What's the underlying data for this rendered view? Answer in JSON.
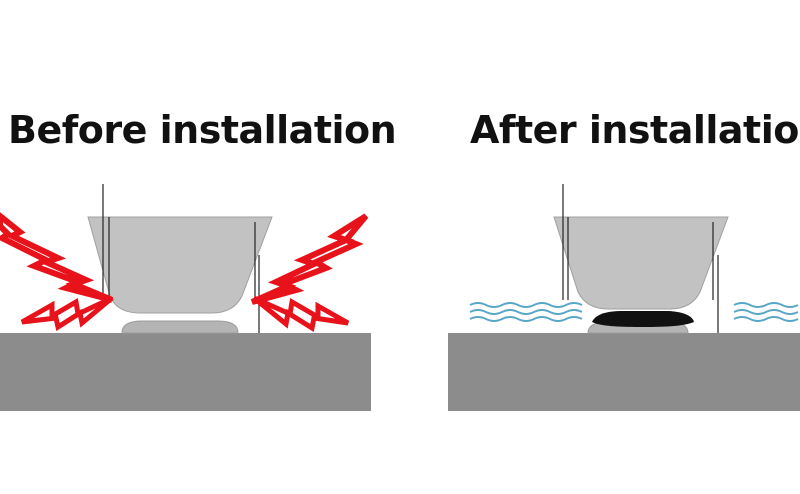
{
  "panels": [
    {
      "title": "Before installation",
      "state": "impact",
      "effect_icon": "lightning-bolt-icon",
      "effect_color": "#e8121b"
    },
    {
      "title": "After installation",
      "state": "cushioned",
      "effect_icon": "wave-lines-icon",
      "effect_color": "#5aa6c8",
      "pad_color": "#111111"
    }
  ],
  "colors": {
    "ground": "#8c8c8c",
    "body": "#c2c2c2",
    "body_outline": "#9a9a9a",
    "background": "#ffffff"
  }
}
